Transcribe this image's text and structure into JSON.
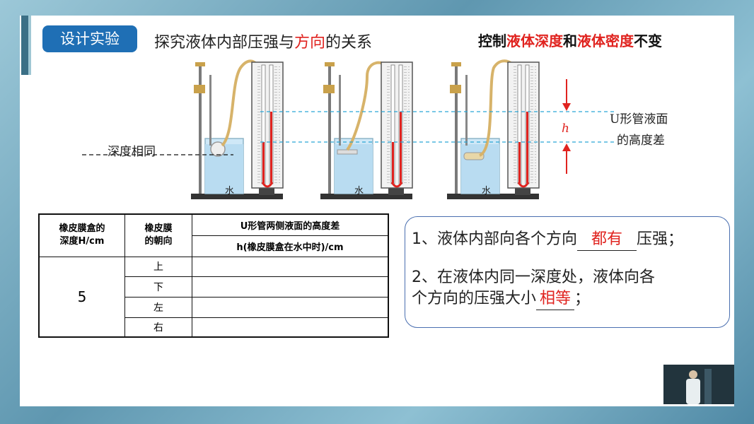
{
  "header": {
    "tag": "设计实验",
    "title_pre": "探究液体内部压强与",
    "title_red": "方向",
    "title_post": "的关系"
  },
  "note": {
    "pre": "控制",
    "red1": "液体深度",
    "mid": "和",
    "red2": "液体密度",
    "post": "不变"
  },
  "diagram": {
    "depth_label": "深度相同",
    "height_var": "h",
    "height_label_line1": "U形管液面",
    "height_label_line2": "的高度差",
    "water": [
      "水",
      "水",
      "水"
    ]
  },
  "table": {
    "h1": "橡皮膜盒的深度H/cm",
    "h1_line1": "橡皮膜盒的",
    "h1_line2": "深度H/cm",
    "h2_line1": "橡皮膜",
    "h2_line2": "的朝向",
    "h3_top": "U形管两侧液面的高度差",
    "h3_bottom": "h(橡皮膜盒在水中时)/cm",
    "depth": "5",
    "rows": [
      "上",
      "下",
      "左",
      "右"
    ]
  },
  "conclusions": {
    "c1_pre": "1、液体内部向各个方向",
    "c1_blank": "都有",
    "c1_post": "压强；",
    "c2_line1": "2、在液体内同一深度处，液体向各",
    "c2_pre": "个方向的压强大小",
    "c2_blank": "相等",
    "c2_post": "；"
  },
  "colors": {
    "accent": "#1f6fb5",
    "red": "#e0231f",
    "water": "#cfe8f7",
    "dashed": "#2aa6d6"
  }
}
